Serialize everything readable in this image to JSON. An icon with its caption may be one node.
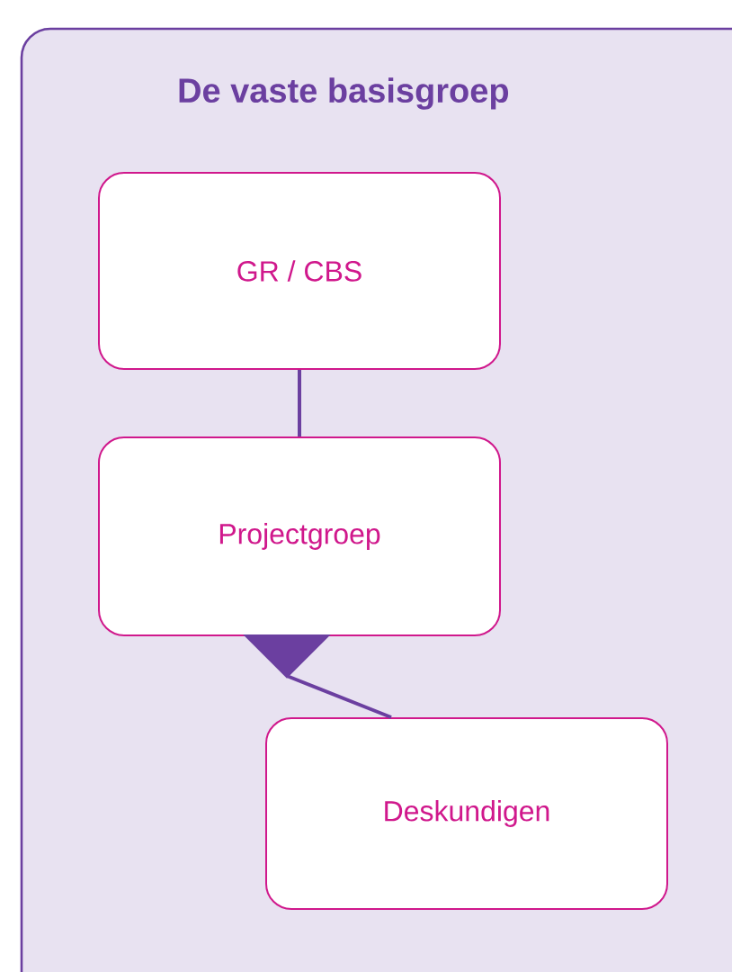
{
  "diagram": {
    "nodes": [
      {
        "text": [
          "De vaste basisgroep"
        ]
      },
      {
        "text": [
          "GR / CBS"
        ],
        "in": 0
      },
      {
        "text": [
          "Projectgroep"
        ],
        "in": 0
      },
      {
        "text": [
          "Deskundigen"
        ],
        "in": 0
      }
    ],
    "edges": [
      {
        "from": 1,
        "to": 2,
        "arrow": "none"
      },
      {
        "from": 3,
        "to": 2,
        "arrow": "to"
      }
    ]
  }
}
